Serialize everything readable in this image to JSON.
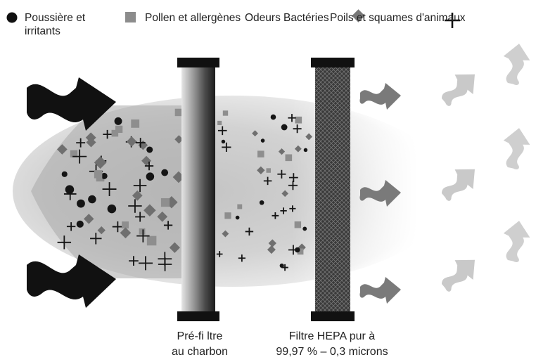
{
  "legend": {
    "dust_1": "Poussière et",
    "dust_2": "irritants",
    "pollen": "Pollen et allergènes",
    "odors": "Odeurs",
    "bacteria": "Bactéries",
    "pet": "Poils et squames d'animaux"
  },
  "captions": {
    "prefilter_1": "Pré-fi ltre",
    "prefilter_2": "au charbon",
    "hepa_1": "Filtre HEPA pur à",
    "hepa_2": "99,97 % – 0,3 microns"
  },
  "colors": {
    "dark": "#1a1a1a",
    "mid": "#777777",
    "light": "#b8b8b8",
    "cloud": "#c8c8c8"
  }
}
